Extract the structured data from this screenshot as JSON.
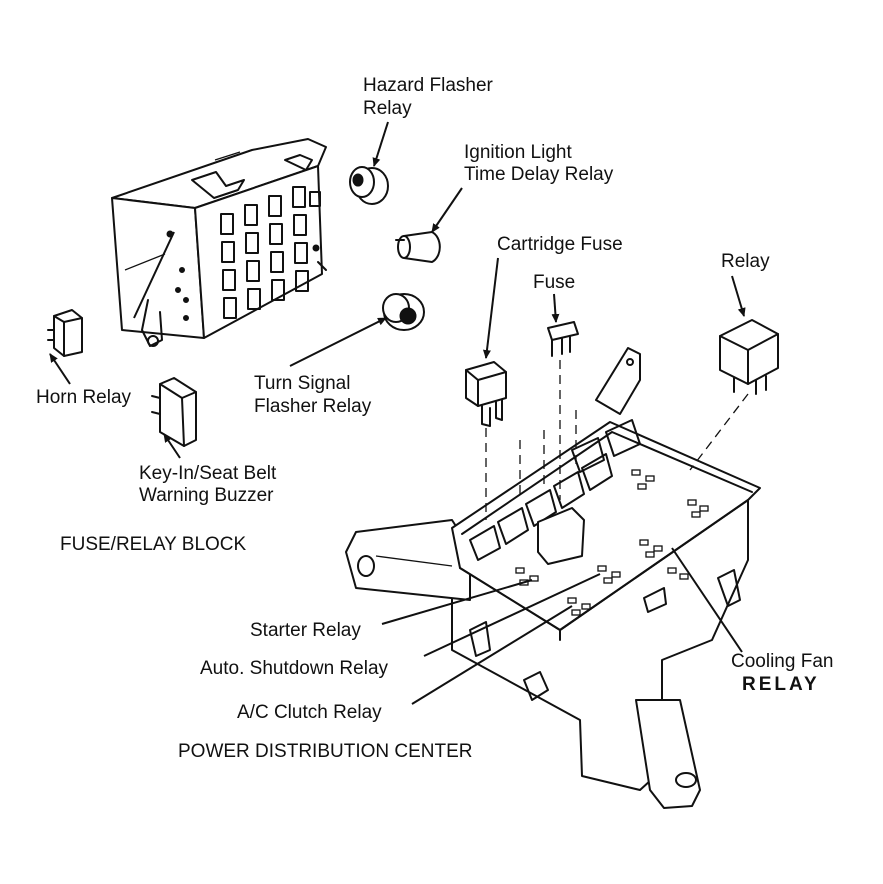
{
  "labels": {
    "hazard_flasher_relay": [
      "Hazard Flasher",
      "Relay"
    ],
    "ignition_light_time_delay_relay": [
      "Ignition Light",
      "Time Delay Relay"
    ],
    "cartridge_fuse": "Cartridge Fuse",
    "fuse": "Fuse",
    "relay": "Relay",
    "horn_relay": "Horn Relay",
    "turn_signal_flasher_relay": [
      "Turn Signal",
      "Flasher Relay"
    ],
    "key_in_seat_belt_warning_buzzer": [
      "Key-In/Seat Belt",
      "Warning Buzzer"
    ],
    "fuse_relay_block": "FUSE/RELAY BLOCK",
    "starter_relay": "Starter Relay",
    "auto_shutdown_relay": "Auto. Shutdown Relay",
    "ac_clutch_relay": "A/C Clutch Relay",
    "power_distribution_center": "POWER DISTRIBUTION CENTER",
    "cooling_fan_relay": [
      "Cooling Fan",
      "RELAY"
    ]
  }
}
